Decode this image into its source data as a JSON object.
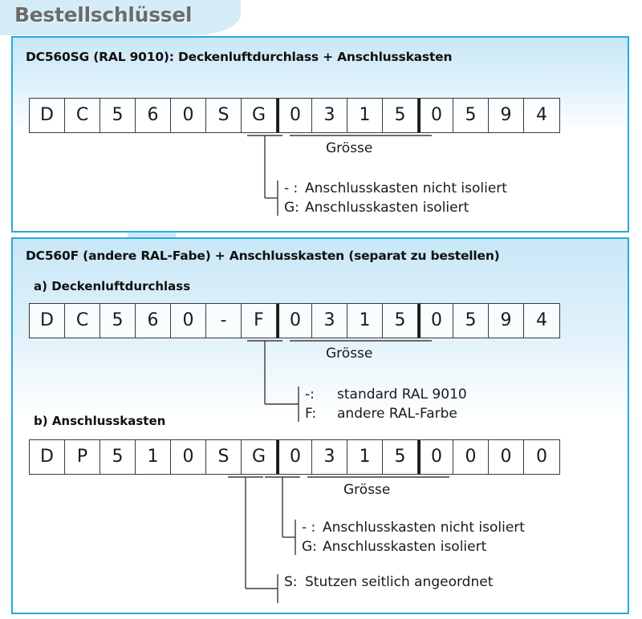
{
  "page": {
    "title": "Bestellschlüssel"
  },
  "panels": [
    {
      "title": "DC560SG (RAL 9010): Deckenluftdurchlass + Anschlusskasten",
      "code_row": {
        "cells": [
          "D",
          "C",
          "5",
          "6",
          "0",
          "S",
          "G",
          "0",
          "3",
          "1",
          "5",
          "0",
          "5",
          "9",
          "4"
        ],
        "group_breaks": [
          7,
          11
        ]
      },
      "size_label": "Grösse",
      "legend": [
        {
          "key": "- :",
          "text": "Anschlusskasten nicht isoliert"
        },
        {
          "key": "G:",
          "text": "Anschlusskasten isoliert"
        }
      ]
    },
    {
      "title": "DC560F (andere RAL-Fabe) + Anschlusskasten (separat zu bestellen)",
      "subsections": [
        {
          "title": "a) Deckenluftdurchlass",
          "code_row": {
            "cells": [
              "D",
              "C",
              "5",
              "6",
              "0",
              "-",
              "F",
              "0",
              "3",
              "1",
              "5",
              "0",
              "5",
              "9",
              "4"
            ],
            "group_breaks": [
              7,
              11
            ]
          },
          "size_label": "Grösse",
          "legend": [
            {
              "key": "-:",
              "text": "standard RAL 9010"
            },
            {
              "key": "F:",
              "text": "andere RAL-Farbe"
            }
          ]
        },
        {
          "title": "b) Anschlusskasten",
          "code_row": {
            "cells": [
              "D",
              "P",
              "5",
              "1",
              "0",
              "S",
              "G",
              "0",
              "3",
              "1",
              "5",
              "0",
              "0",
              "0",
              "0"
            ],
            "group_breaks": [
              7,
              11
            ]
          },
          "size_label": "Grösse",
          "legend": [
            {
              "key": "- :",
              "text": "Anschlusskasten nicht isoliert"
            },
            {
              "key": "G:",
              "text": "Anschlusskasten isoliert"
            }
          ],
          "legend_extra": [
            {
              "key": "S:",
              "text": "Stutzen seitlich angeordnet"
            }
          ]
        }
      ]
    }
  ],
  "colors": {
    "panel_border": "#29a8e0",
    "panel_top_fill": "#c8e7f7",
    "header_band": "#d4ecf7",
    "title_text": "#6b6b6b",
    "watermark": "#cfe9f7"
  }
}
